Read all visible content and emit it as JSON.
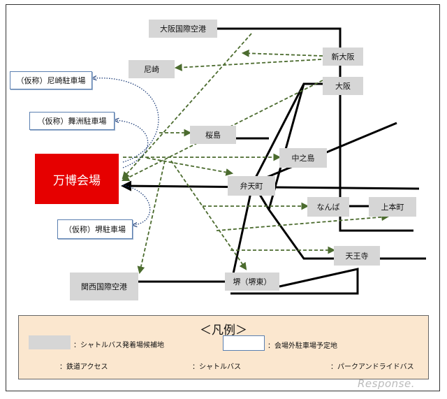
{
  "venue": {
    "label": "万博会場"
  },
  "nodes": {
    "kix_top": "大阪国際空港",
    "shin_osaka": "新大阪",
    "amagasaki": "尼崎",
    "osaka": "大阪",
    "sakurajima": "桜島",
    "nakanoshima": "中之島",
    "bentencho": "弁天町",
    "namba": "なんば",
    "uehonmachi": "上本町",
    "tennoji": "天王寺",
    "kansai_airport": "関西国際空港",
    "sakai": "堺（堺東）"
  },
  "parking": {
    "amagasaki": "（仮称）尼崎駐車場",
    "maishima": "（仮称）舞洲駐車場",
    "sakai": "（仮称）堺駐車場"
  },
  "legend": {
    "title": "＜凡例＞",
    "shuttle_stop": "：シャトルバス発着場候補地",
    "parking_lot": "：会場外駐車場予定地",
    "rail": "：鉄道アクセス",
    "shuttle_bus": "：シャトルバス",
    "park_and_ride": "：パークアンドライドバス"
  },
  "watermark": "Response.",
  "colors": {
    "venue": "#e60000",
    "shuttle": "#4b6b2e",
    "parkride": "#1f3f7a",
    "rail": "#000000",
    "legend_bg": "#fbe7cf"
  }
}
